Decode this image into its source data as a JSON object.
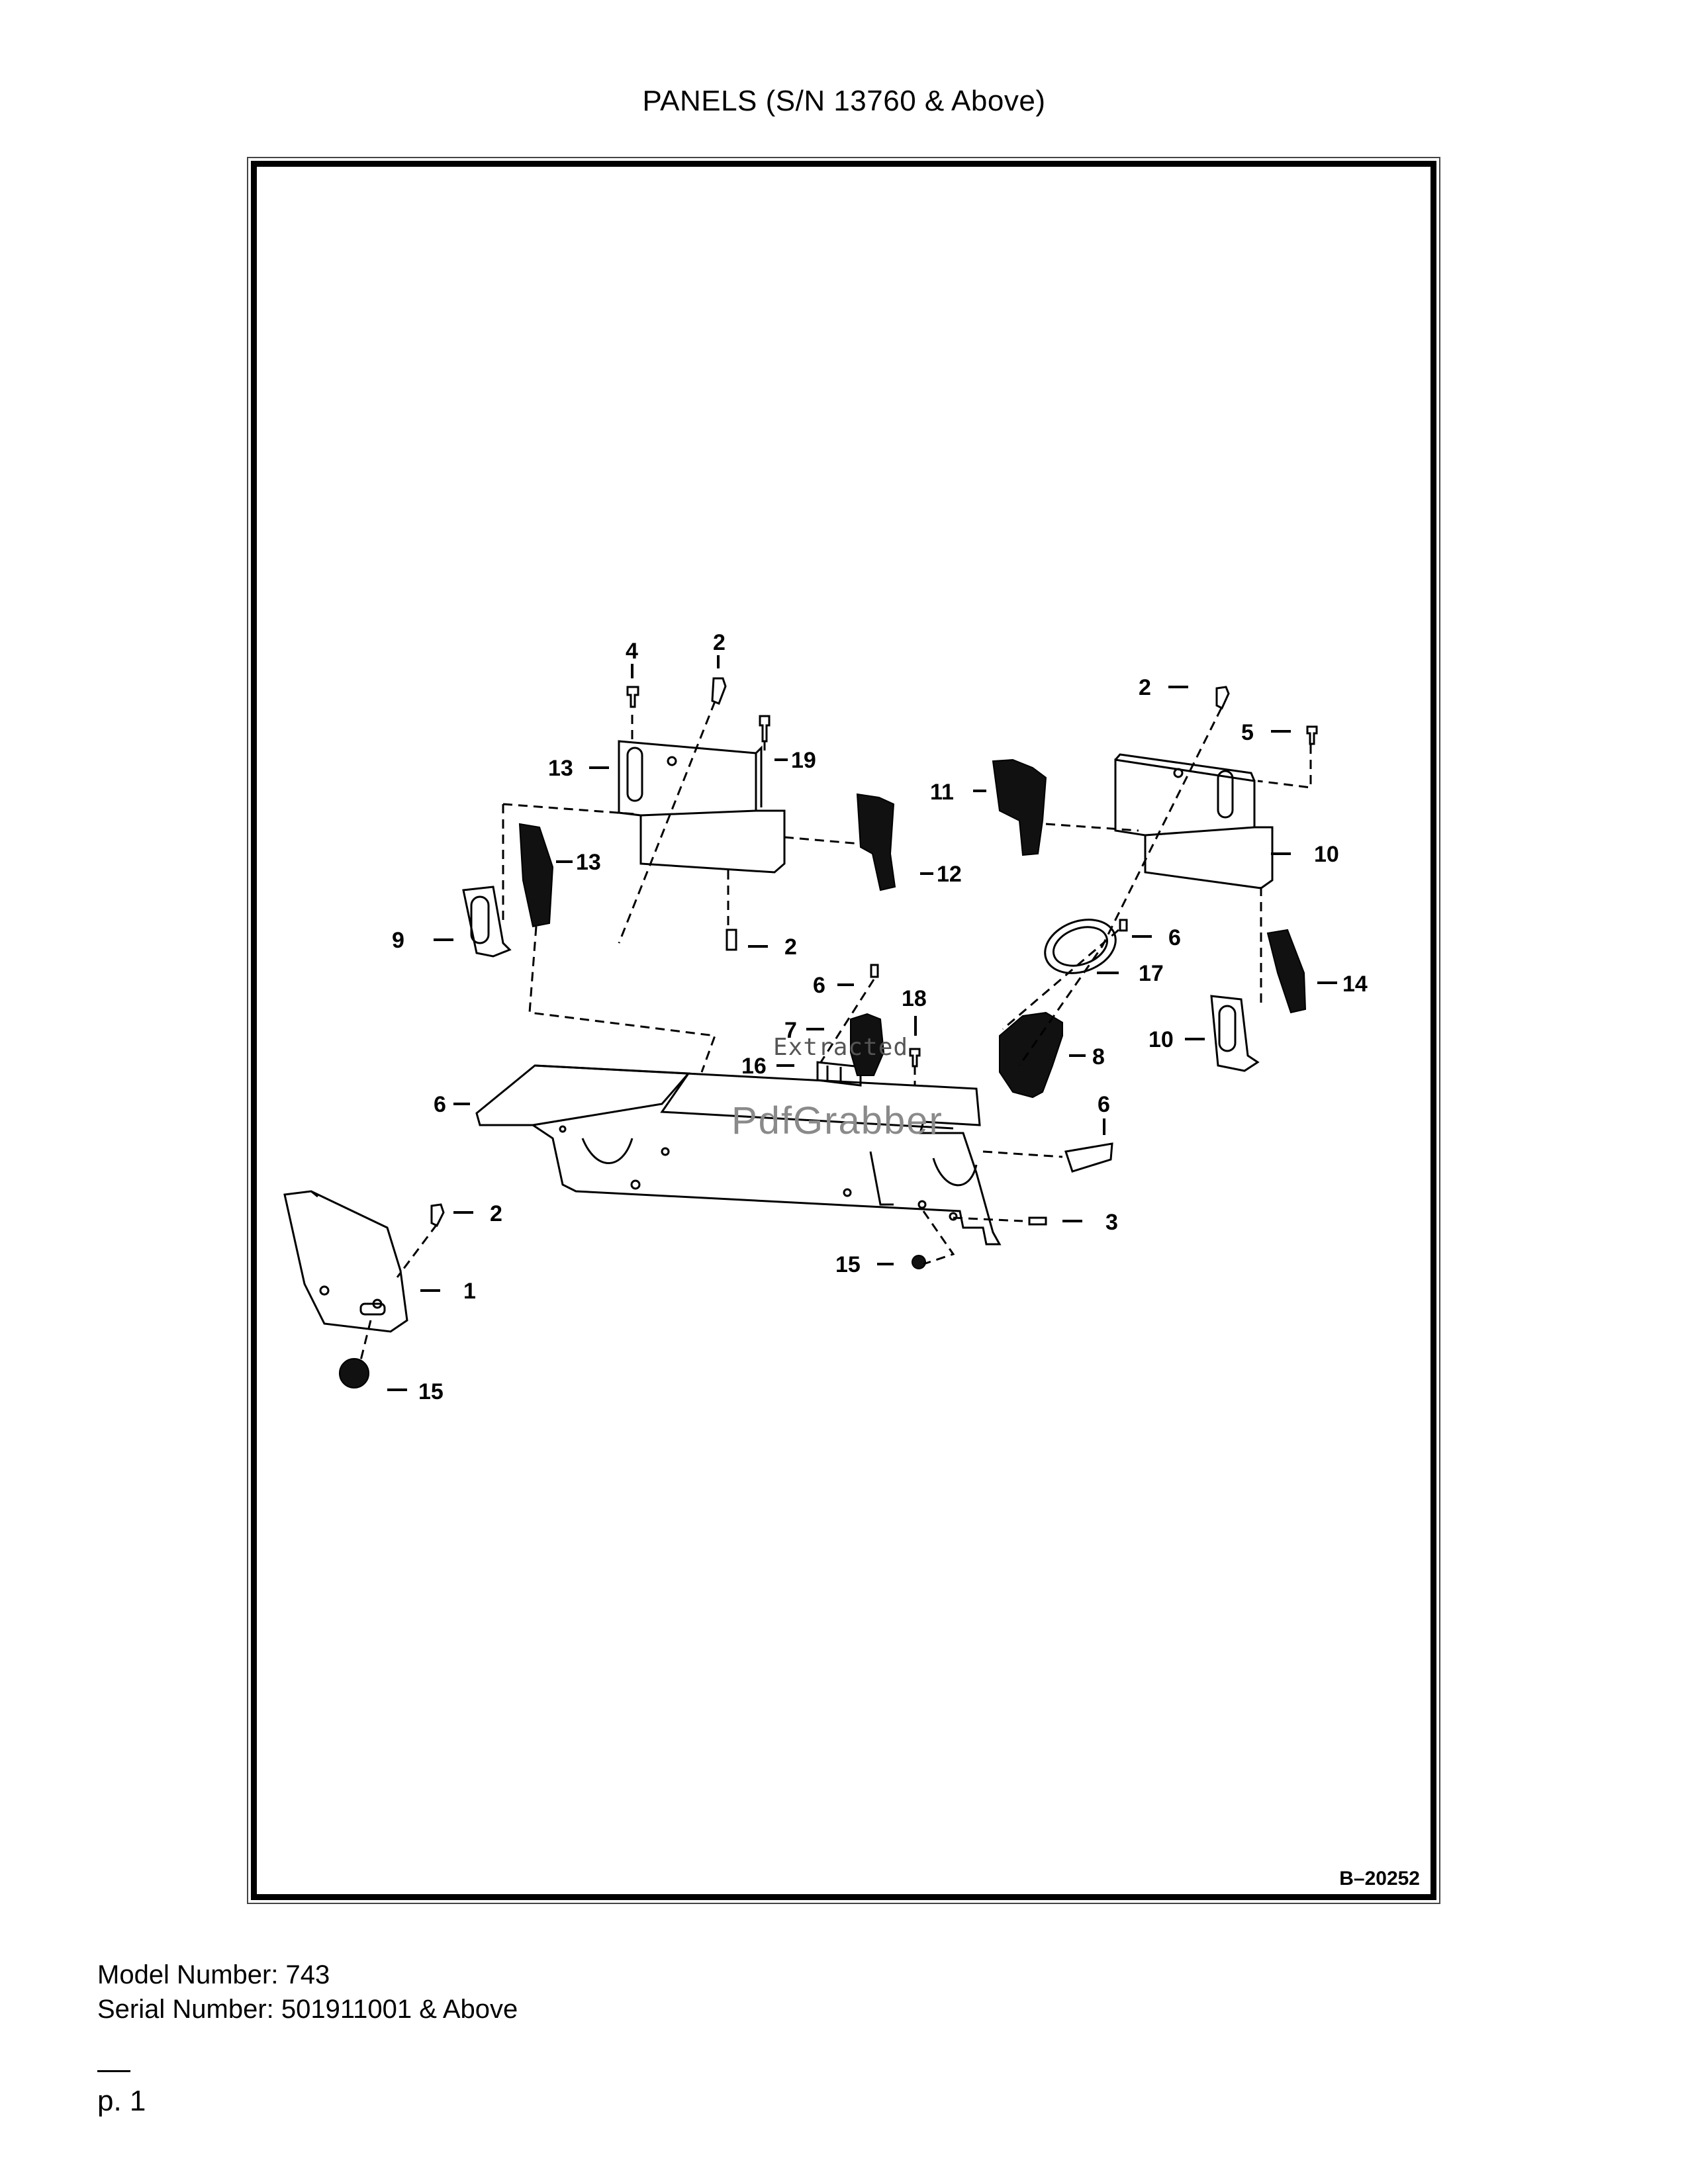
{
  "page": {
    "title": "PANELS (S/N 13760 & Above)",
    "figure_id": "B–20252",
    "watermark_lines": [
      "Extracted",
      "PdfGrabber"
    ],
    "model_number": "Model Number: 743",
    "serial_number": "Serial Number: 501911001 & Above",
    "page_number": "p. 1"
  },
  "callouts": [
    {
      "id": "c1",
      "text": "1"
    },
    {
      "id": "c2a",
      "text": "2"
    },
    {
      "id": "c2b",
      "text": "2"
    },
    {
      "id": "c2c",
      "text": "2"
    },
    {
      "id": "c2d",
      "text": "2"
    },
    {
      "id": "c3",
      "text": "3"
    },
    {
      "id": "c4",
      "text": "4"
    },
    {
      "id": "c5",
      "text": "5"
    },
    {
      "id": "c6a",
      "text": "6"
    },
    {
      "id": "c6b",
      "text": "6"
    },
    {
      "id": "c6c",
      "text": "6"
    },
    {
      "id": "c6d",
      "text": "6"
    },
    {
      "id": "c7",
      "text": "7"
    },
    {
      "id": "c8",
      "text": "8"
    },
    {
      "id": "c9",
      "text": "9"
    },
    {
      "id": "c10a",
      "text": "10"
    },
    {
      "id": "c10b",
      "text": "10"
    },
    {
      "id": "c11a",
      "text": "11"
    },
    {
      "id": "c11b",
      "text": "11"
    },
    {
      "id": "c12",
      "text": "12"
    },
    {
      "id": "c13a",
      "text": "13"
    },
    {
      "id": "c13b",
      "text": "13"
    },
    {
      "id": "c14",
      "text": "14"
    },
    {
      "id": "c15",
      "text": "15"
    },
    {
      "id": "c16",
      "text": "16"
    },
    {
      "id": "c17",
      "text": "17"
    },
    {
      "id": "c18",
      "text": "18"
    },
    {
      "id": "c19",
      "text": "19"
    }
  ]
}
